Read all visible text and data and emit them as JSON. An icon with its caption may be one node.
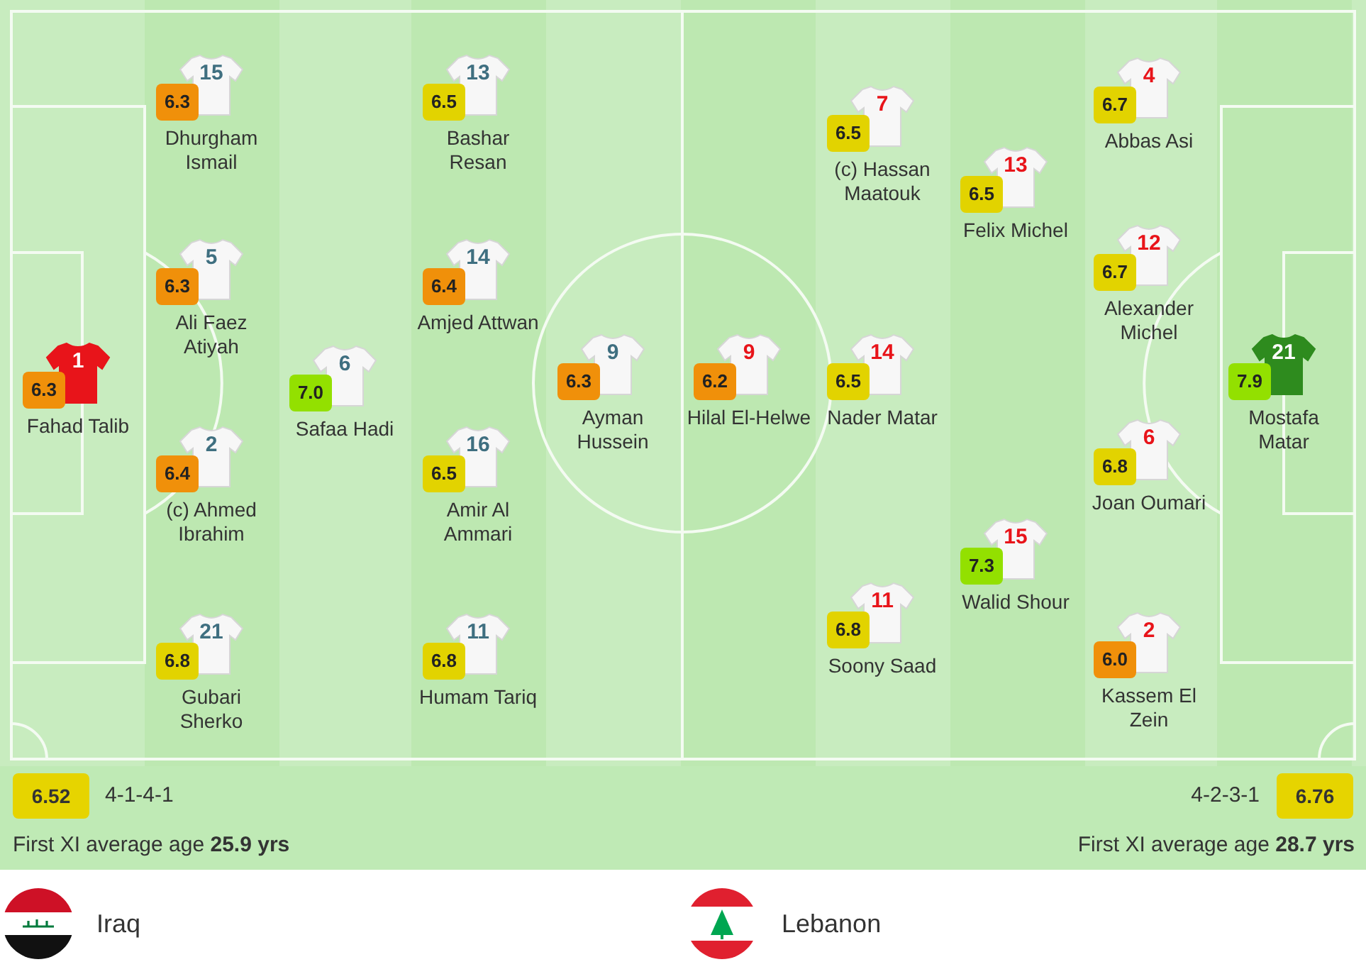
{
  "diagram": {
    "nodes": [
      {
        "text": [
          "1"
        ],
        "beside": [
          "6.3",
          "Fahad Talib"
        ]
      },
      {
        "text": [
          "15"
        ],
        "beside": [
          "6.3",
          "Dhurgham Ismail"
        ]
      },
      {
        "text": [
          "5"
        ],
        "beside": [
          "6.3",
          "Ali Faez Atiyah"
        ]
      },
      {
        "text": [
          "2"
        ],
        "beside": [
          "6.4",
          "(c) Ahmed Ibrahim"
        ]
      },
      {
        "text": [
          "21"
        ],
        "beside": [
          "6.8",
          "Gubari Sherko"
        ]
      },
      {
        "text": [
          "6"
        ],
        "beside": [
          "7.0",
          "Safaa Hadi"
        ]
      },
      {
        "text": [
          "13"
        ],
        "beside": [
          "6.5",
          "Bashar Resan"
        ]
      },
      {
        "text": [
          "14"
        ],
        "beside": [
          "6.4",
          "Amjed Attwan"
        ]
      },
      {
        "text": [
          "16"
        ],
        "beside": [
          "6.5",
          "Amir Al Ammari"
        ]
      },
      {
        "text": [
          "11"
        ],
        "beside": [
          "6.8",
          "Humam Tariq"
        ]
      },
      {
        "text": [
          "9"
        ],
        "beside": [
          "6.3",
          "Ayman Hussein"
        ]
      },
      {
        "text": [
          "9"
        ],
        "beside": [
          "6.2",
          "Hilal El-Helwe"
        ]
      },
      {
        "text": [
          "7"
        ],
        "beside": [
          "6.5",
          "(c) Hassan Maatouk"
        ]
      },
      {
        "text": [
          "14"
        ],
        "beside": [
          "6.5",
          "Nader Matar"
        ]
      },
      {
        "text": [
          "11"
        ],
        "beside": [
          "6.8",
          "Soony Saad"
        ]
      },
      {
        "text": [
          "13"
        ],
        "beside": [
          "6.5",
          "Felix Michel"
        ]
      },
      {
        "text": [
          "15"
        ],
        "beside": [
          "7.3",
          "Walid Shour"
        ]
      },
      {
        "text": [
          "4"
        ],
        "beside": [
          "6.7",
          "Abbas Asi"
        ]
      },
      {
        "text": [
          "12"
        ],
        "beside": [
          "6.7",
          "Alexander Michel"
        ]
      },
      {
        "text": [
          "6"
        ],
        "beside": [
          "6.8",
          "Joan Oumari"
        ]
      },
      {
        "text": [
          "2"
        ],
        "beside": [
          "6.0",
          "Kassem El Zein"
        ]
      },
      {
        "text": [
          "21"
        ],
        "beside": [
          "7.9",
          "Mostafa Matar"
        ]
      }
    ],
    "labels": [
      "6.52",
      "4-1-4-1",
      "4-2-3-1",
      "6.76",
      "First XI average age **25.9 yrs**",
      "First XI average age **28.7 yrs**",
      "Iraq",
      "Lebanon"
    ]
  }
}
